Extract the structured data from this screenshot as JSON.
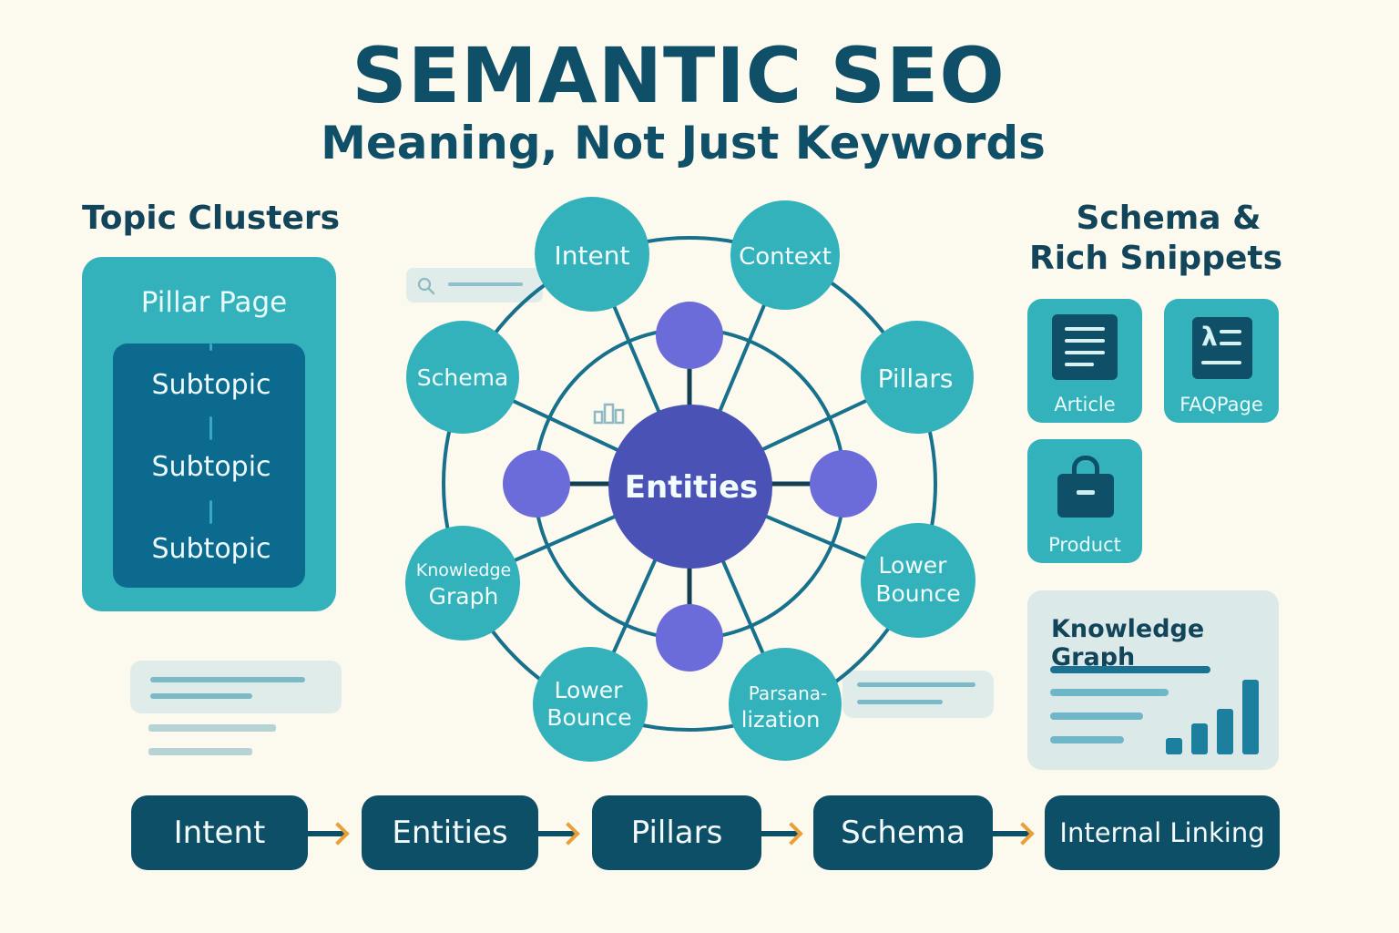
{
  "header": {
    "title": "SEMANTIC SEO",
    "subtitle": "Meaning, Not Just Keywords"
  },
  "topic_clusters": {
    "heading": "Topic Clusters",
    "pillar_label": "Pillar Page",
    "subtopics": [
      "Subtopic",
      "Subtopic",
      "Subtopic"
    ]
  },
  "diagram": {
    "center": "Entities",
    "outer_nodes": [
      {
        "id": "intent",
        "lines": [
          "Intent"
        ]
      },
      {
        "id": "context",
        "lines": [
          "Context"
        ]
      },
      {
        "id": "schema",
        "lines": [
          "Schema"
        ]
      },
      {
        "id": "pillars",
        "lines": [
          "Pillars"
        ]
      },
      {
        "id": "knowledge-graph",
        "lines": [
          "Knowledge",
          "Graph"
        ]
      },
      {
        "id": "lower-bounce-right",
        "lines": [
          "Lower",
          "Bounce"
        ]
      },
      {
        "id": "lower-bounce-bottom",
        "lines": [
          "Lower",
          "Bounce"
        ]
      },
      {
        "id": "personalization",
        "lines": [
          "Parsana-",
          "lization"
        ]
      }
    ],
    "inner_node_count": 4,
    "colors": {
      "outer_node": "#33b2bb",
      "inner_node": "#6b6bd9",
      "center_node": "#4a52b5",
      "ring": "#17708c"
    }
  },
  "schema_section": {
    "heading_line1": "Schema &",
    "heading_line2": "Rich Snippets",
    "cards": [
      {
        "label": "Article",
        "icon": "document-lines-icon"
      },
      {
        "label": "FAQPage",
        "icon": "lambda-list-icon"
      },
      {
        "label": "Product",
        "icon": "shopping-bag-icon"
      }
    ]
  },
  "knowledge_graph_card": {
    "title": "Knowledge Graph",
    "bars": [
      1,
      2,
      3,
      5
    ]
  },
  "flow": {
    "steps": [
      "Intent",
      "Entities",
      "Pillars",
      "Schema",
      "Internal Linking"
    ],
    "arrow_color": "#e8a13a"
  },
  "colors": {
    "background": "#fcf9ef",
    "title": "#0f5068",
    "teal": "#33b2bb",
    "dark_teal": "#0d4f66",
    "purple": "#6b6bd9"
  }
}
